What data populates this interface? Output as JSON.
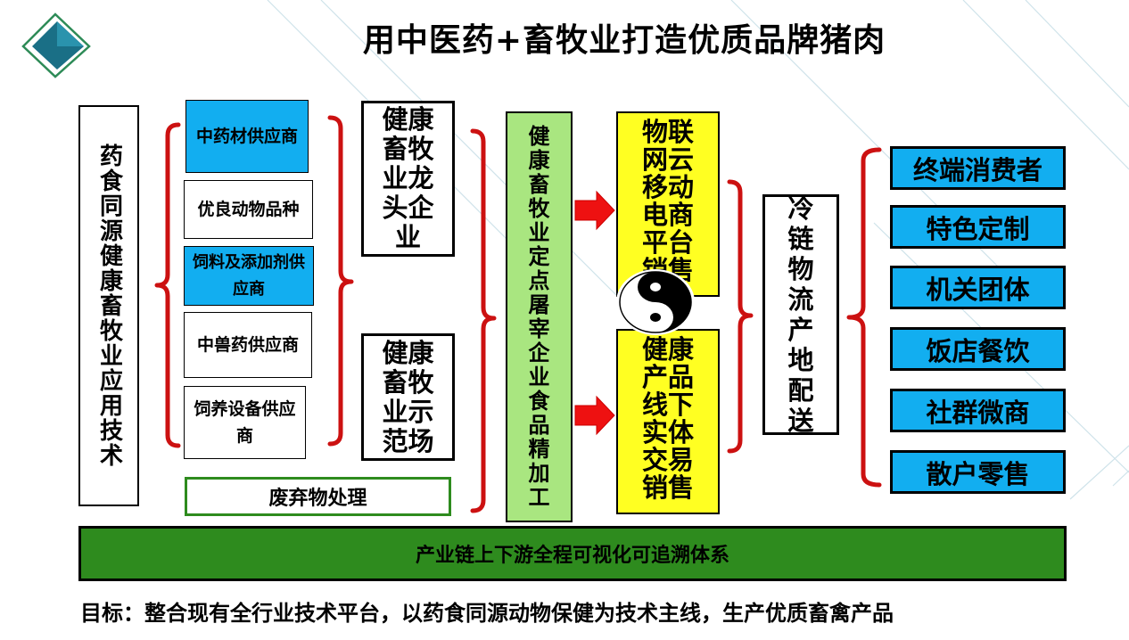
{
  "title": "用中医药+畜牧业打造优质品牌猪肉",
  "left_label": "药食同源健康畜牧业应用技术",
  "suppliers": [
    {
      "label": "中药材供应商",
      "highlight": true
    },
    {
      "label": "优良动物品种",
      "highlight": false
    },
    {
      "label": "饲料及添加剂供应商",
      "highlight": true
    },
    {
      "label": "中兽药供应商",
      "highlight": false
    },
    {
      "label": "饲养设备供应商",
      "highlight": false
    }
  ],
  "enterprises": {
    "leading": "健康畜牧业龙头企业",
    "demo": "健康畜牧业示范场"
  },
  "processing": "健康畜牧业定点屠宰企业食品精加工",
  "sales": {
    "online": "物联网云移动电商平台销售",
    "offline": "健康产品线下实体交易销售"
  },
  "logistics": "冷链物流产地配送",
  "outlets": [
    "终端消费者",
    "特色定制",
    "机关团体",
    "饭店餐饮",
    "社群微商",
    "散户零售"
  ],
  "waste": "废弃物处理",
  "chain": "产业链上下游全程可视化可追溯体系",
  "goal": "目标：整合现有全行业技术平台，以药食同源动物保健为技术主线，生产优质畜禽产品",
  "colors": {
    "blue": "#12aef0",
    "yellow": "#ffff22",
    "light_green": "#a9e680",
    "dark_green": "#2e8b1e",
    "bracket_red": "#cc1111",
    "arrow_red": "#ee1111",
    "logo_teal": "#1a6f86"
  },
  "icons": [
    "logo-diamond-icon",
    "arrow-right-icon",
    "yin-yang-icon",
    "bracket-icon"
  ]
}
